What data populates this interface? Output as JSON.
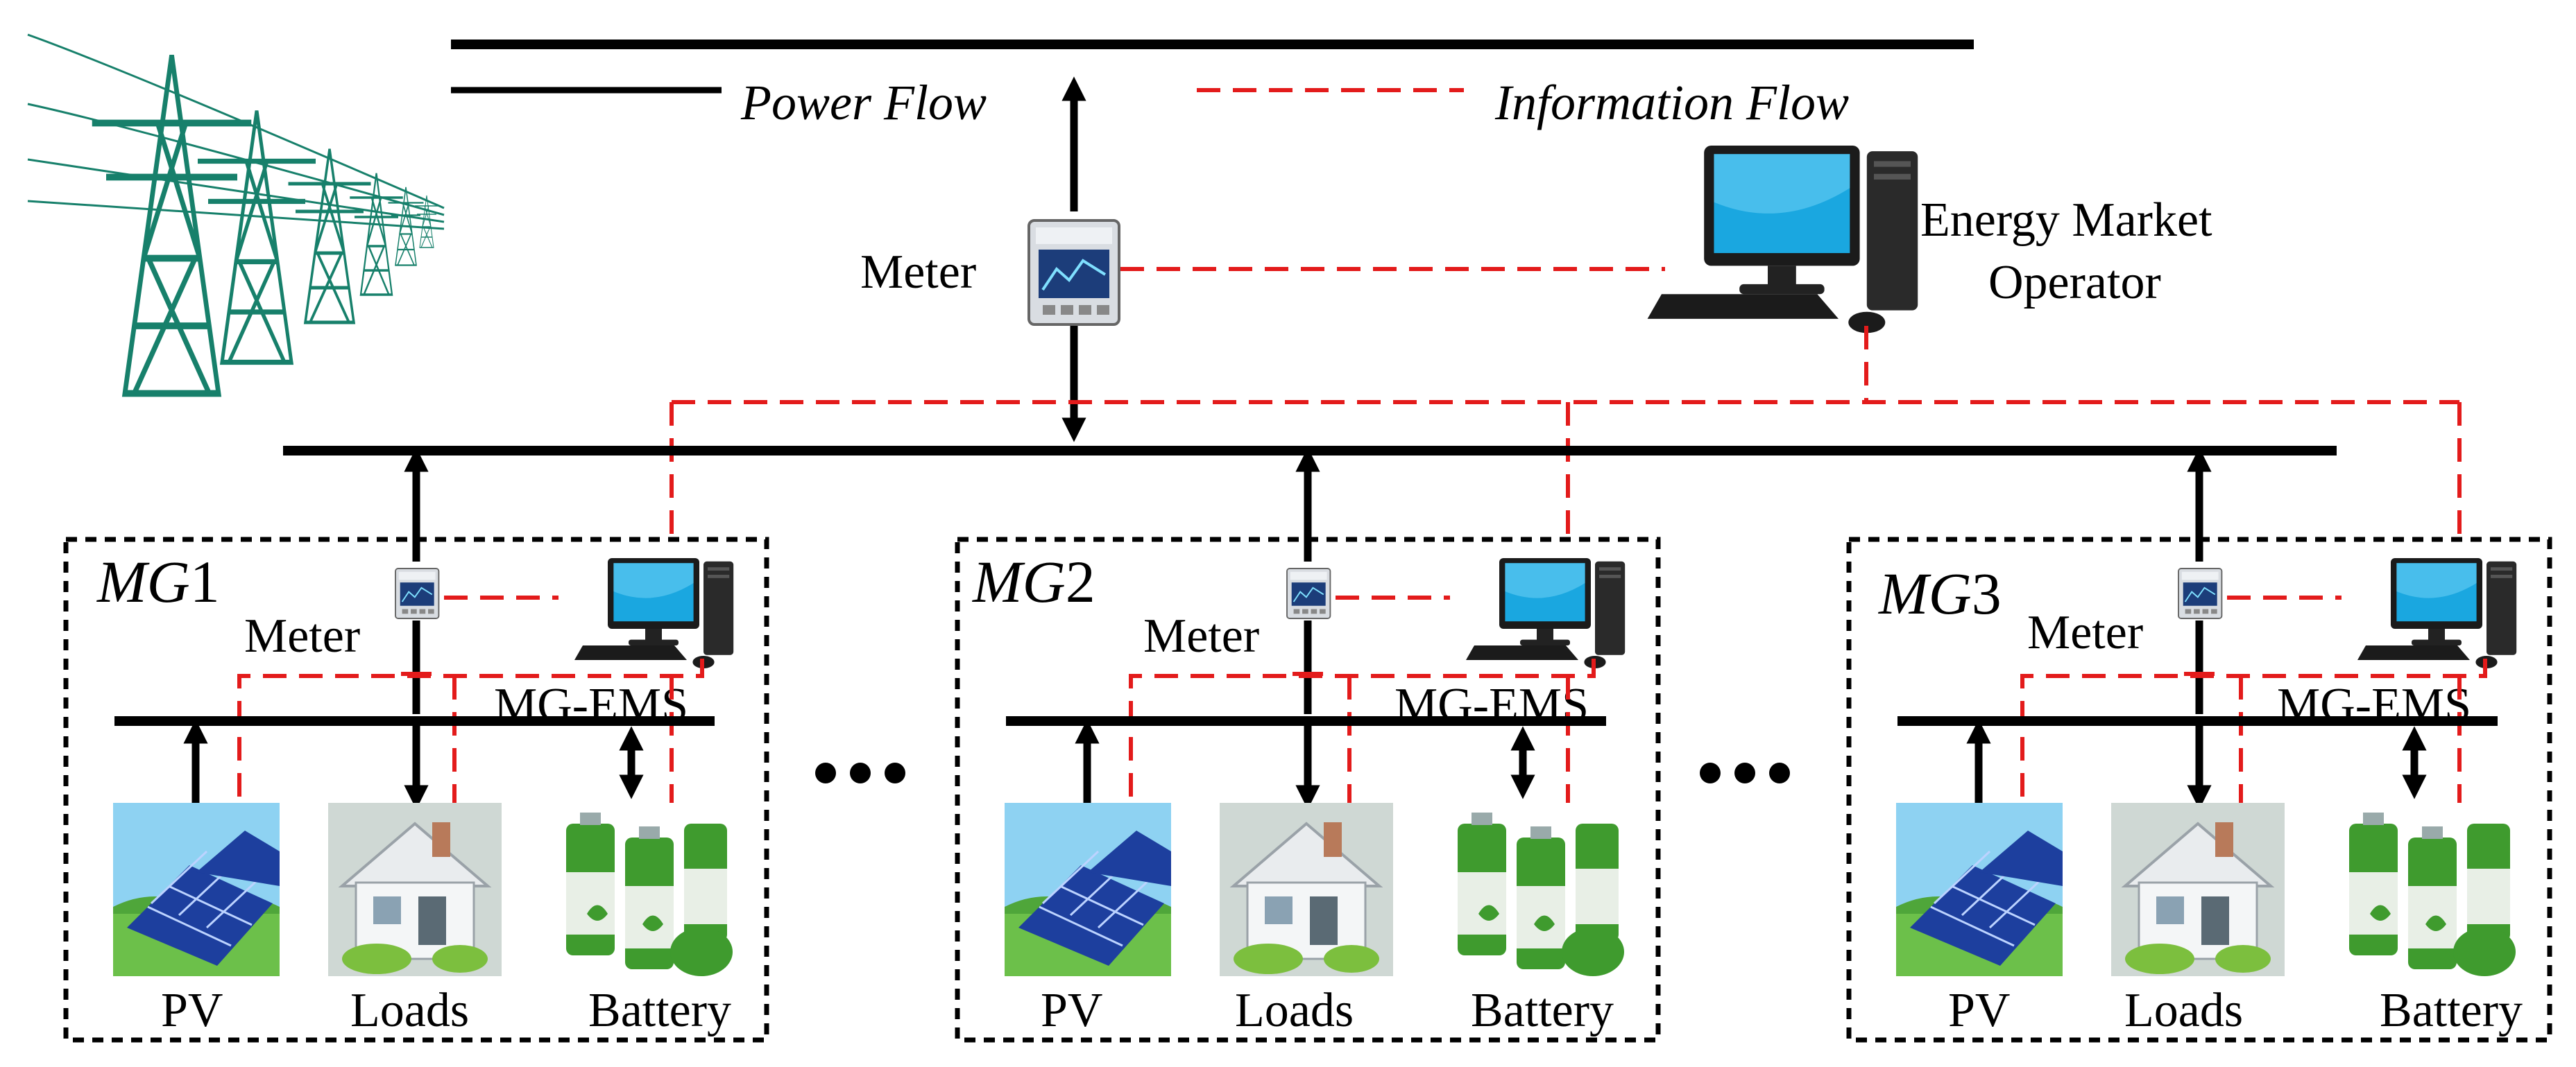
{
  "legend": {
    "power_label": "Power Flow",
    "info_label": "Information Flow"
  },
  "top": {
    "meter_label": "Meter",
    "operator_line1": "Energy Market",
    "operator_line2": "Operator"
  },
  "microgrids": [
    {
      "name_italic": "MG",
      "name_num": "1",
      "meter_label": "Meter",
      "ems_label": "MG-EMS",
      "pv_label": "PV",
      "loads_label": "Loads",
      "battery_label": "Battery"
    },
    {
      "name_italic": "MG",
      "name_num": "2",
      "meter_label": "Meter",
      "ems_label": "MG-EMS",
      "pv_label": "PV",
      "loads_label": "Loads",
      "battery_label": "Battery"
    },
    {
      "name_italic": "MG",
      "name_num": "3",
      "meter_label": "Meter",
      "ems_label": "MG-EMS",
      "pv_label": "PV",
      "loads_label": "Loads",
      "battery_label": "Battery"
    }
  ],
  "colors": {
    "power": "#000000",
    "information": "#e31b1b",
    "tower": "#17806b",
    "screen": "#1aa7e0",
    "battery": "#3f9b2e"
  },
  "icons": [
    "transmission-tower-icon",
    "meter-icon",
    "computer-icon",
    "pv-panel-icon",
    "house-icon",
    "battery-icon",
    "ellipsis-icon"
  ]
}
